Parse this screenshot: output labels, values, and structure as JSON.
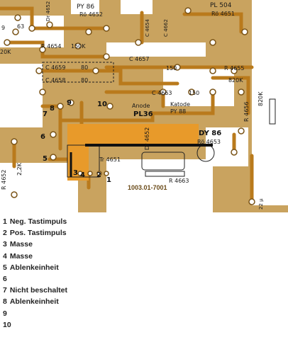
{
  "pcb_labels": {
    "top_tube_left": "PY 86",
    "top_tube_left_ref": "Rö 4652",
    "top_tube_right": "PL 504",
    "top_tube_right_ref": "Rö 4651",
    "dr": "Dr 4652",
    "c4654": "C 4654",
    "c4662": "C 4662",
    "r4654": "R 4654",
    "r4654_val": "150K",
    "c4659": "C 4659",
    "c4659_val": "80",
    "c4658": "C 4658",
    "c4658_val": "80",
    "c4657": "C 4657",
    "c4657_val": "150",
    "r4655": "R 4655",
    "r4655_val": "820K",
    "c4663": "C 4663",
    "c4663_val": "150",
    "anode": "Anode",
    "pl36": "PL36",
    "katode": "Katode",
    "py88": "PY 88",
    "r4656": "R 4656",
    "r4656_val": "820K",
    "dr_mid": "Dr 4652",
    "dy86": "DY 86",
    "ro4653": "Rö 4653",
    "tr4651": "Tr 4651",
    "r4663": "R 4663",
    "r4652": "R 4652",
    "r4652_val": "2,2K",
    "board_code": "1003.01-7001",
    "r22": "22 µ",
    "n63": "63",
    "n9top": "9",
    "k20": "20K",
    "pin_numbers": [
      "1",
      "2",
      "3",
      "4",
      "5",
      "6",
      "7",
      "8",
      "9",
      "10"
    ]
  },
  "legend": [
    {
      "num": "1",
      "text": "Neg. Tastimpuls"
    },
    {
      "num": "2",
      "text": "Pos. Tastimpuls"
    },
    {
      "num": "3",
      "text": "Masse"
    },
    {
      "num": "4",
      "text": "Masse"
    },
    {
      "num": "5",
      "text": "Ablenkeinheit"
    },
    {
      "num": "6",
      "text": ""
    },
    {
      "num": "7",
      "text": "Nicht beschaltet"
    },
    {
      "num": "8",
      "text": "Ablenkeinheit"
    },
    {
      "num": "9",
      "text": ""
    },
    {
      "num": "10",
      "text": ""
    }
  ],
  "colors": {
    "board": "#c9a35f",
    "trace": "#b97a1c",
    "pad": "#ffffff",
    "legend_text": "#222222"
  }
}
